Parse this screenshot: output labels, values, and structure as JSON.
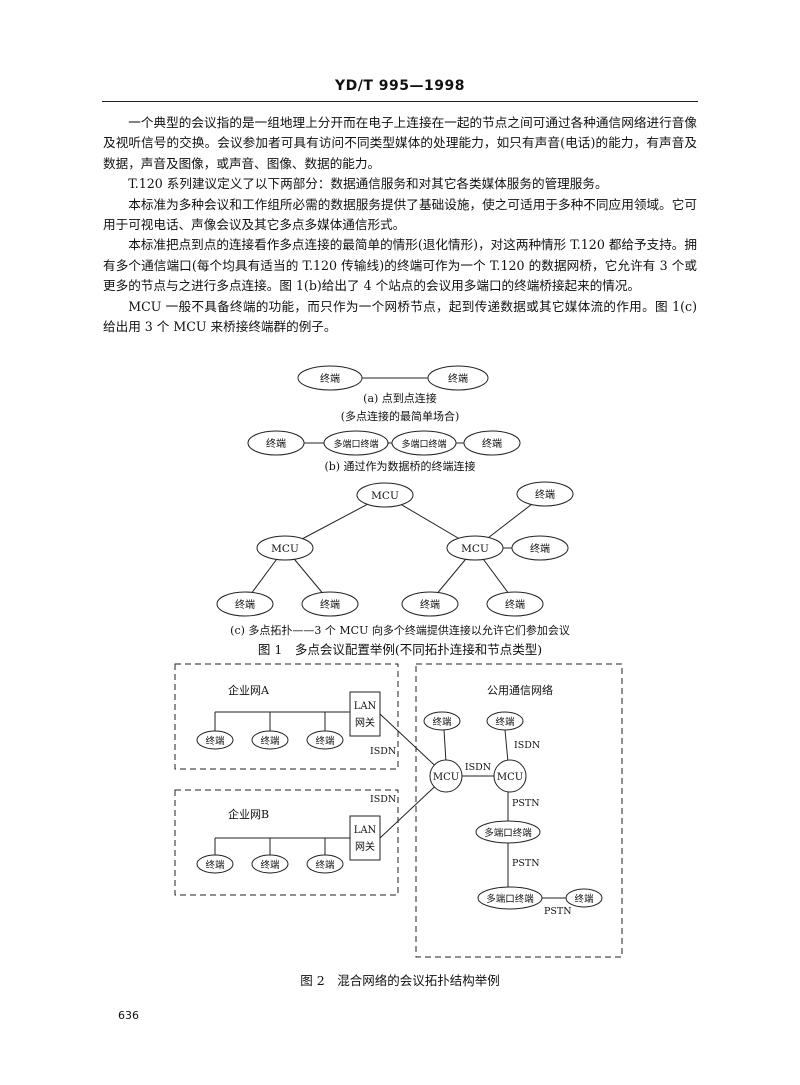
{
  "header": "YD/T 995—1998",
  "paragraphs": [
    "一个典型的会议指的是一组地理上分开而在电子上连接在一起的节点之间可通过各种通信网络进行音像及视听信号的交换。会议参加者可具有访问不同类型媒体的处理能力，如只有声音(电话)的能力，有声音及数据，声音及图像，或声音、图像、数据的能力。",
    "T.120 系列建议定义了以下两部分：数据通信服务和对其它各类媒体服务的管理服务。",
    "本标准为多种会议和工作组所必需的数据服务提供了基础设施，使之可适用于多种不同应用领域。它可用于可视电话、声像会议及其它多点多媒体通信形式。",
    "本标准把点到点的连接看作多点连接的最简单的情形(退化情形)，对这两种情形 T.120 都给予支持。拥有多个通信端口(每个均具有适当的 T.120 传输线)的终端可作为一个 T.120 的数据网桥，它允许有 3 个或更多的节点与之进行多点连接。图 1(b)给出了 4 个站点的会议用多端口的终端桥接起来的情况。",
    "MCU 一般不具备终端的功能，而只作为一个网桥节点，起到传递数据或其它媒体流的作用。图 1(c)给出用 3 个 MCU 来桥接终端群的例子。"
  ],
  "figure1": {
    "a": {
      "node_left": "终端",
      "node_right": "终端",
      "caption": "(a) 点到点连接",
      "caption2": "(多点连接的最简单场合)"
    },
    "b": {
      "n1": "终端",
      "n2": "多端口终端",
      "n3": "多端口终端",
      "n4": "终端",
      "caption": "(b) 通过作为数据桥的终端连接"
    },
    "c": {
      "mcu_top": "MCU",
      "terminal_top_right": "终端",
      "mcu_left": "MCU",
      "mcu_right": "MCU",
      "terminal_right": "终端",
      "t1": "终端",
      "t2": "终端",
      "t3": "终端",
      "t4": "终端",
      "caption": "(c) 多点拓扑——3 个 MCU 向多个终端提供连接以允许它们参加会议"
    },
    "title": "图 1　多点会议配置举例(不同拓扑连接和节点类型)"
  },
  "figure2": {
    "netA": {
      "label": "企业网A",
      "t1": "终端",
      "t2": "终端",
      "t3": "终端",
      "lan1": "LAN",
      "lan2": "网关"
    },
    "netB": {
      "label": "企业网B",
      "t1": "终端",
      "t2": "终端",
      "t3": "终端",
      "lan1": "LAN",
      "lan2": "网关"
    },
    "public": {
      "label": "公用通信网络",
      "t_left": "终端",
      "t_right": "终端",
      "mcu_left": "MCU",
      "mcu_right": "MCU",
      "mp1": "多端口终端",
      "mp2": "多端口终端",
      "t_far": "终端"
    },
    "links": {
      "isdn_a": "ISDN",
      "isdn_b": "ISDN",
      "isdn_mid": "ISDN",
      "isdn_top": "ISDN",
      "pstn1": "PSTN",
      "pstn2": "PSTN",
      "pstn3": "PSTN"
    },
    "title": "图 2　混合网络的会议拓扑结构举例"
  },
  "page_number": "636"
}
